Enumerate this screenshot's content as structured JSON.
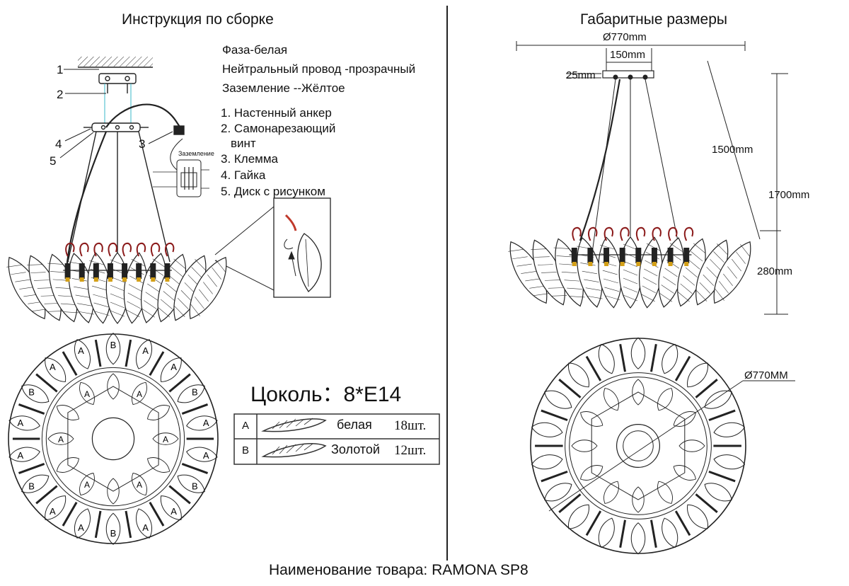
{
  "left_title": "Инструкция по сборке",
  "right_title": "Габаритные размеры",
  "wiring": {
    "phase": "Фаза-белая",
    "neutral": "Нейтральный провод -прозрачный",
    "ground": "Заземление --Жёлтое"
  },
  "parts": [
    "1. Настенный анкер",
    "2. Самонарезающий",
    "винт",
    "3. Клемма",
    "4. Гайка",
    "5. Диск с рисунком"
  ],
  "callouts": [
    "1",
    "2",
    "3",
    "4",
    "5"
  ],
  "terminal_label": "Заземление",
  "socket": {
    "label": "Цоколь",
    "value": "8*E14"
  },
  "legend": [
    {
      "code": "A",
      "name": "белая",
      "qty": "18шт."
    },
    {
      "code": "B",
      "name": "Золотой",
      "qty": "12шт."
    }
  ],
  "dimensions": {
    "diameter_top": "Ø770mm",
    "plate_width": "150mm",
    "plate_height": "25mm",
    "cable": "1500mm",
    "total": "1700mm",
    "body": "280mm",
    "diameter_plan": "Ø770MM"
  },
  "plan_labels": {
    "outer_a": "A",
    "outer_b": "B",
    "inner_a": "A"
  },
  "footer": "Наименование товара: RAMONA SP8"
}
